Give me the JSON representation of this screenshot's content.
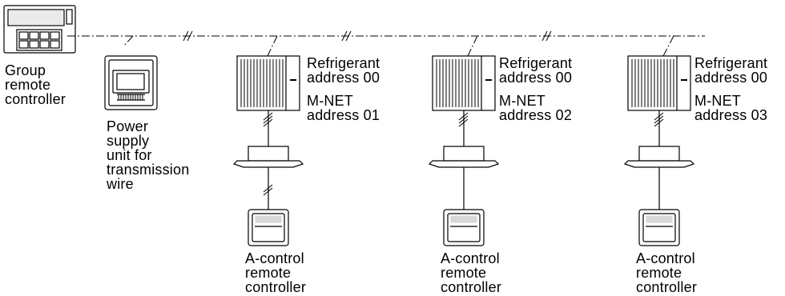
{
  "group_controller": {
    "label_lines": [
      "Group",
      "remote",
      "controller"
    ]
  },
  "power_supply": {
    "label_lines": [
      "Power",
      "supply",
      "unit for",
      "transmission",
      "wire"
    ]
  },
  "units": [
    {
      "refrigerant_label": "Refrigerant",
      "refrigerant_address": "address 00",
      "mnet_label": "M-NET",
      "mnet_address": "address 01",
      "remote_label_lines": [
        "A-control",
        "remote",
        "controller"
      ]
    },
    {
      "refrigerant_label": "Refrigerant",
      "refrigerant_address": "address 00",
      "mnet_label": "M-NET",
      "mnet_address": "address 02",
      "remote_label_lines": [
        "A-control",
        "remote",
        "controller"
      ]
    },
    {
      "refrigerant_label": "Refrigerant",
      "refrigerant_address": "address 00",
      "mnet_label": "M-NET",
      "mnet_address": "address 03",
      "remote_label_lines": [
        "A-control",
        "remote",
        "controller"
      ]
    }
  ]
}
